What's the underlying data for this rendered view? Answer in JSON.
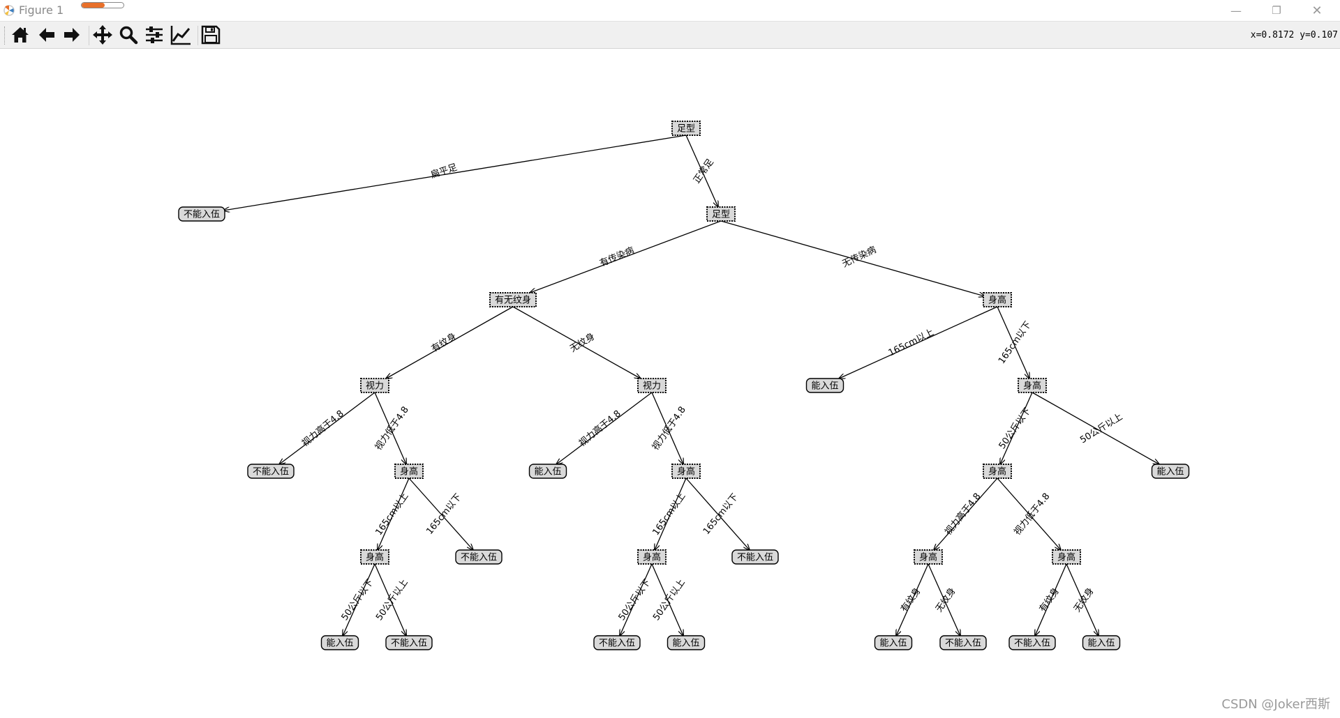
{
  "window": {
    "title": "Figure 1",
    "progress": 0.55,
    "controls": {
      "minimize": "—",
      "maximize": "❐",
      "close": "✕"
    }
  },
  "toolbar": {
    "tools": [
      {
        "name": "home-button",
        "icon": "home-icon"
      },
      {
        "name": "back-button",
        "icon": "arrow-left-icon"
      },
      {
        "name": "forward-button",
        "icon": "arrow-right-icon"
      },
      {
        "name": "pan-button",
        "icon": "move-icon"
      },
      {
        "name": "zoom-button",
        "icon": "magnifier-icon"
      },
      {
        "name": "subplots-button",
        "icon": "sliders-icon"
      },
      {
        "name": "edit-axis-button",
        "icon": "line-chart-icon"
      },
      {
        "name": "save-button",
        "icon": "floppy-disk-icon"
      }
    ],
    "coords": "x=0.8172 y=0.107"
  },
  "colors": {
    "node_fill": "#d9d9d9",
    "leaf_fill": "#d9d9d9",
    "stroke": "#000000"
  },
  "tree": {
    "nodes": [
      {
        "id": "n1",
        "label": "足型",
        "kind": "decision"
      },
      {
        "id": "n2",
        "label": "不能入伍",
        "kind": "leaf"
      },
      {
        "id": "n3",
        "label": "足型",
        "kind": "decision"
      },
      {
        "id": "n4",
        "label": "有无纹身",
        "kind": "decision"
      },
      {
        "id": "n5",
        "label": "身高",
        "kind": "decision"
      },
      {
        "id": "n6",
        "label": "视力",
        "kind": "decision"
      },
      {
        "id": "n7",
        "label": "视力",
        "kind": "decision"
      },
      {
        "id": "n8",
        "label": "能入伍",
        "kind": "leaf"
      },
      {
        "id": "n9",
        "label": "身高",
        "kind": "decision"
      },
      {
        "id": "n10",
        "label": "不能入伍",
        "kind": "leaf"
      },
      {
        "id": "n11",
        "label": "身高",
        "kind": "decision"
      },
      {
        "id": "n12",
        "label": "能入伍",
        "kind": "leaf"
      },
      {
        "id": "n13",
        "label": "身高",
        "kind": "decision"
      },
      {
        "id": "n14",
        "label": "身高",
        "kind": "decision"
      },
      {
        "id": "n15",
        "label": "能入伍",
        "kind": "leaf"
      },
      {
        "id": "n16",
        "label": "身高",
        "kind": "decision"
      },
      {
        "id": "n17",
        "label": "不能入伍",
        "kind": "leaf"
      },
      {
        "id": "n18",
        "label": "身高",
        "kind": "decision"
      },
      {
        "id": "n19",
        "label": "不能入伍",
        "kind": "leaf"
      },
      {
        "id": "n20",
        "label": "身高",
        "kind": "decision"
      },
      {
        "id": "n21",
        "label": "身高",
        "kind": "decision"
      },
      {
        "id": "n22",
        "label": "能入伍",
        "kind": "leaf"
      },
      {
        "id": "n23",
        "label": "不能入伍",
        "kind": "leaf"
      },
      {
        "id": "n24",
        "label": "不能入伍",
        "kind": "leaf"
      },
      {
        "id": "n25",
        "label": "能入伍",
        "kind": "leaf"
      },
      {
        "id": "n26",
        "label": "能入伍",
        "kind": "leaf"
      },
      {
        "id": "n27",
        "label": "不能入伍",
        "kind": "leaf"
      },
      {
        "id": "n28",
        "label": "不能入伍",
        "kind": "leaf"
      },
      {
        "id": "n29",
        "label": "能入伍",
        "kind": "leaf"
      }
    ],
    "edges": [
      {
        "from": "n1",
        "to": "n2",
        "label": "扁平足"
      },
      {
        "from": "n1",
        "to": "n3",
        "label": "正常足"
      },
      {
        "from": "n3",
        "to": "n4",
        "label": "有传染病"
      },
      {
        "from": "n3",
        "to": "n5",
        "label": "无传染病"
      },
      {
        "from": "n4",
        "to": "n6",
        "label": "有纹身"
      },
      {
        "from": "n4",
        "to": "n7",
        "label": "无纹身"
      },
      {
        "from": "n5",
        "to": "n8",
        "label": "165cm以上"
      },
      {
        "from": "n5",
        "to": "n9",
        "label": "165cm以下"
      },
      {
        "from": "n6",
        "to": "n10",
        "label": "视力高于4.8"
      },
      {
        "from": "n6",
        "to": "n11",
        "label": "视力低于4.8"
      },
      {
        "from": "n7",
        "to": "n12",
        "label": "视力高于4.8"
      },
      {
        "from": "n7",
        "to": "n13",
        "label": "视力低于4.8"
      },
      {
        "from": "n9",
        "to": "n14",
        "label": "50公斤以下"
      },
      {
        "from": "n9",
        "to": "n15",
        "label": "50公斤以上"
      },
      {
        "from": "n11",
        "to": "n16",
        "label": "165cm以上"
      },
      {
        "from": "n11",
        "to": "n17",
        "label": "165cm以下"
      },
      {
        "from": "n13",
        "to": "n18",
        "label": "165cm以上"
      },
      {
        "from": "n13",
        "to": "n19",
        "label": "165cm以下"
      },
      {
        "from": "n14",
        "to": "n20",
        "label": "视力高于4.8"
      },
      {
        "from": "n14",
        "to": "n21",
        "label": "视力低于4.8"
      },
      {
        "from": "n16",
        "to": "n22",
        "label": "50公斤以下"
      },
      {
        "from": "n16",
        "to": "n23",
        "label": "50公斤以上"
      },
      {
        "from": "n18",
        "to": "n24",
        "label": "50公斤以下"
      },
      {
        "from": "n18",
        "to": "n25",
        "label": "50公斤以上"
      },
      {
        "from": "n20",
        "to": "n26",
        "label": "有纹身"
      },
      {
        "from": "n20",
        "to": "n27",
        "label": "无纹身"
      },
      {
        "from": "n21",
        "to": "n28",
        "label": "有纹身"
      },
      {
        "from": "n21",
        "to": "n29",
        "label": "无纹身"
      }
    ]
  },
  "watermark": "CSDN @Joker西斯"
}
